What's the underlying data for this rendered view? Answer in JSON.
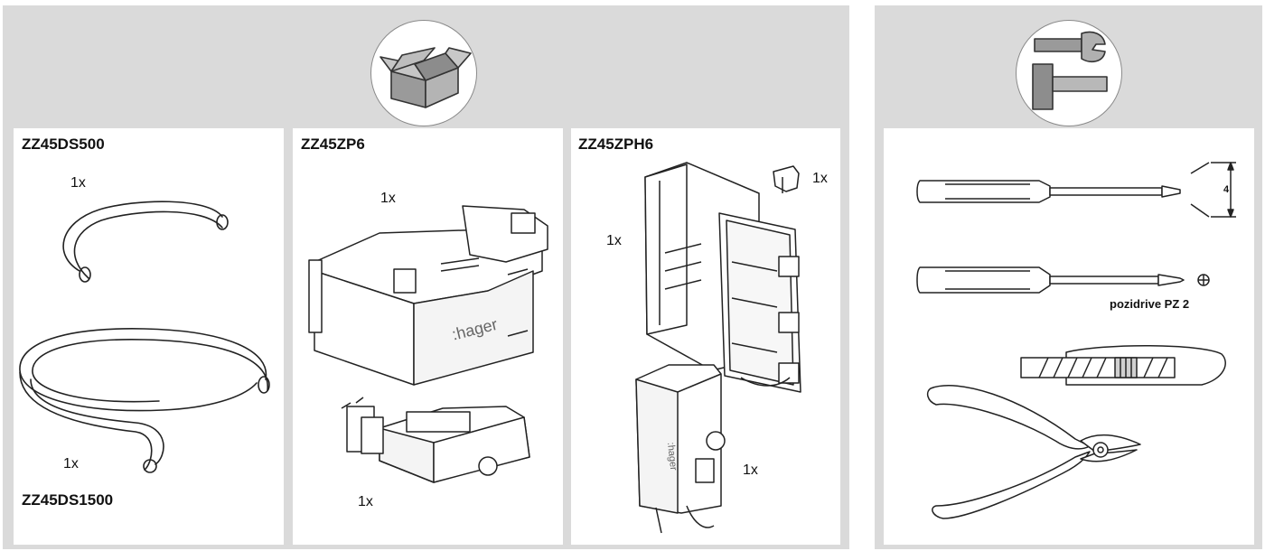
{
  "package_contents": {
    "icon": "open-box-icon",
    "items": [
      {
        "code": "ZZ45DS500",
        "qty": "1x",
        "second_code": "ZZ45DS1500",
        "second_qty": "1x"
      },
      {
        "code": "ZZ45ZP6",
        "qty_top": "1x",
        "qty_bottom": "1x",
        "brand": ":hager"
      },
      {
        "code": "ZZ45ZPH6",
        "qty_clip": "1x",
        "qty_frame": "1x",
        "qty_module": "1x",
        "brand": ":hager"
      }
    ]
  },
  "tools_required": {
    "icon": "wrench-hammer-icon",
    "flat_screwdriver_dimension": "4",
    "phillips_label": "pozidrive PZ 2"
  }
}
